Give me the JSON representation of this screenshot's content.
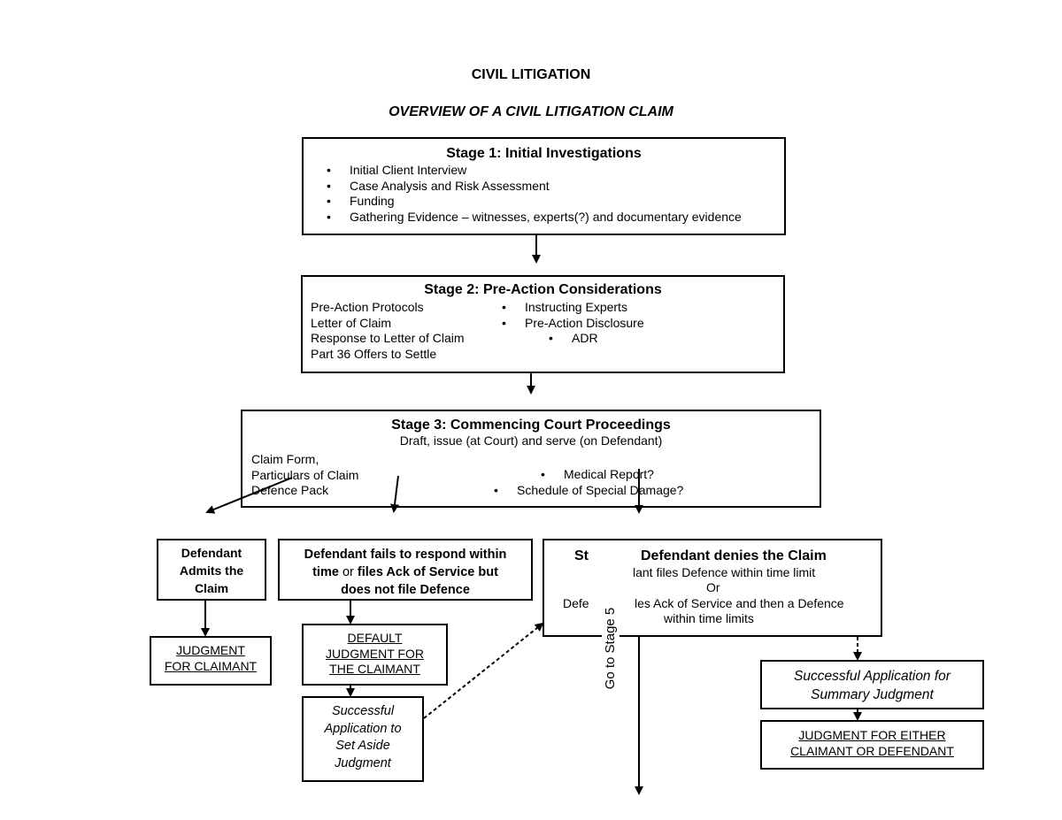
{
  "doc": {
    "title": "CIVIL LITIGATION",
    "subtitle": "OVERVIEW OF A CIVIL LITIGATION CLAIM"
  },
  "stage1": {
    "title": "Stage 1: Initial Investigations",
    "items": [
      "Initial Client Interview",
      "Case Analysis and Risk Assessment",
      "Funding",
      "Gathering Evidence – witnesses, experts(?) and documentary evidence"
    ]
  },
  "stage2": {
    "title": "Stage 2: Pre-Action Considerations",
    "left": [
      "Pre-Action Protocols",
      "Letter of Claim",
      "Response to Letter of Claim",
      "Part 36 Offers to Settle"
    ],
    "right": [
      "Instructing Experts",
      "Pre-Action Disclosure",
      "ADR"
    ]
  },
  "stage3": {
    "title": "Stage 3: Commencing Court Proceedings",
    "subtitle": "Draft, issue (at Court) and serve (on Defendant)",
    "left": [
      "Claim Form,",
      "Particulars of Claim",
      "Defence Pack"
    ],
    "right": [
      "Medical Report?",
      "Schedule of Special Damage?"
    ]
  },
  "admits": {
    "title_lines": [
      "Defendant",
      "Admits the",
      "Claim"
    ]
  },
  "judgment_claimant": {
    "lines": [
      "JUDGMENT",
      "FOR CLAIMANT"
    ]
  },
  "fails": {
    "line1": "Defendant fails to respond within",
    "line2_a": "time",
    "line2_b": " or ",
    "line2_c": "files Ack of Service but",
    "line3": "does not file Defence"
  },
  "default_judgment": {
    "lines": [
      "DEFAULT",
      "JUDGMENT FOR",
      "THE CLAIMANT"
    ]
  },
  "set_aside": {
    "lines": [
      "Successful",
      "Application to",
      "Set Aside",
      "Judgment"
    ]
  },
  "denies": {
    "stage_prefix": "St",
    "title": "Defendant denies the Claim",
    "line1": "lant files Defence within time limit",
    "line2": "Or",
    "line3_a": "Defe",
    "line3_b": "les Ack of Service and then a Defence",
    "line4": "within time limits"
  },
  "go_stage5": "Go to Stage 5",
  "summary": {
    "lines": [
      "Successful Application for",
      "Summary Judgment"
    ]
  },
  "judgment_either": {
    "lines": [
      "JUDGMENT FOR EITHER",
      "CLAIMANT OR DEFENDANT"
    ]
  }
}
